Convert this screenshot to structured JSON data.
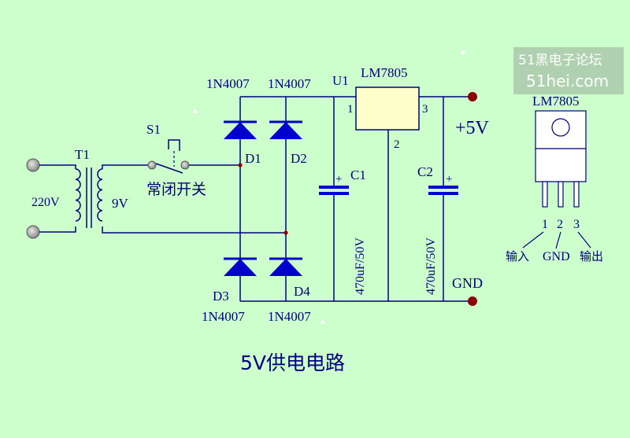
{
  "title": "5V供电电路",
  "watermark": {
    "line1": "51黑电子论坛",
    "line2": "51hei.com"
  },
  "transformer": {
    "ref": "T1",
    "primary": "220V",
    "secondary": "9V"
  },
  "switch": {
    "ref": "S1",
    "desc": "常闭开关"
  },
  "diodes": [
    {
      "ref": "D1",
      "part": "1N4007"
    },
    {
      "ref": "D2",
      "part": "1N4007"
    },
    {
      "ref": "D3",
      "part": "1N4007"
    },
    {
      "ref": "D4",
      "part": "1N4007"
    }
  ],
  "regulator": {
    "ref": "U1",
    "part": "LM7805",
    "pin1": "1",
    "pin2": "2",
    "pin3": "3"
  },
  "capacitors": [
    {
      "ref": "C1",
      "value": "470uF/50V",
      "polarity": "+"
    },
    {
      "ref": "C2",
      "value": "470uF/50V",
      "polarity": "+"
    }
  ],
  "outputs": {
    "vout": "+5V",
    "gnd": "GND"
  },
  "package": {
    "part": "LM7805",
    "pins": [
      "1",
      "2",
      "3"
    ],
    "pin_labels": [
      "输入",
      "GND",
      "输出"
    ]
  },
  "colors": {
    "background": "#ccffcc",
    "wire": "#000080",
    "component": "#0000cc",
    "terminal": "#8b0000",
    "regulator_fill": "#ffffcc",
    "title": "#0000ff"
  }
}
